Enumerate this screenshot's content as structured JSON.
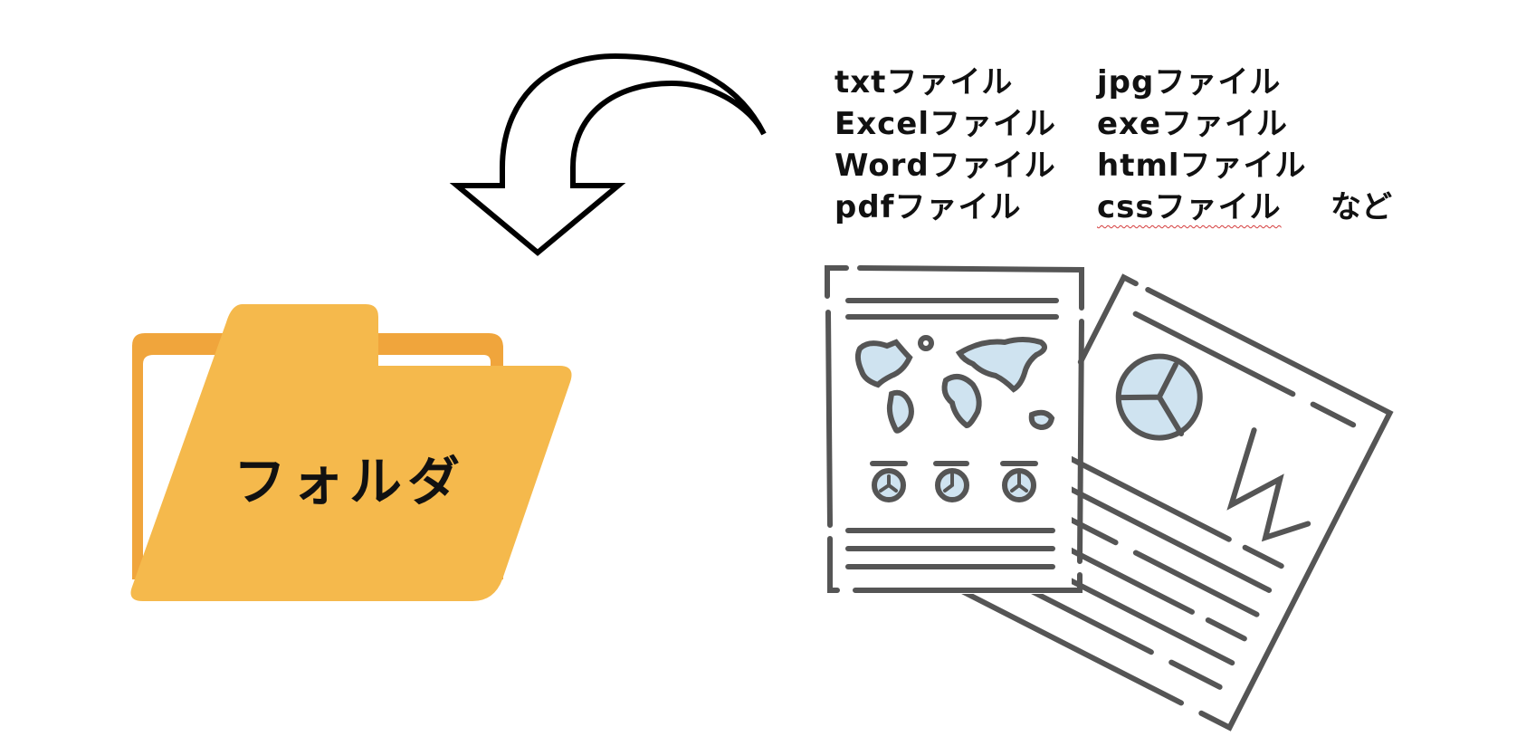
{
  "diagram": {
    "arrow": {
      "direction": "curved-down-left",
      "from": "file-types",
      "to": "folder",
      "stroke_color": "#000000",
      "fill_color": "#ffffff"
    },
    "folder": {
      "label": "フォルダ",
      "back_color": "#f0a53c",
      "front_color": "#f5b94c",
      "inner_color": "#ffffff"
    },
    "file_types": {
      "columns": [
        [
          "txtファイル",
          "Excelファイル",
          "Wordファイル",
          "pdfファイル"
        ],
        [
          "jpgファイル",
          "exeファイル",
          "htmlファイル",
          "cssファイル"
        ]
      ],
      "suffix": "など"
    },
    "documents": {
      "front": {
        "icon": "world-map-document-icon",
        "clocks": 3
      },
      "back": {
        "icon": "word-document-icon",
        "letter": "W"
      },
      "line_color": "#555555",
      "accent_color": "#cfe3f0"
    }
  }
}
